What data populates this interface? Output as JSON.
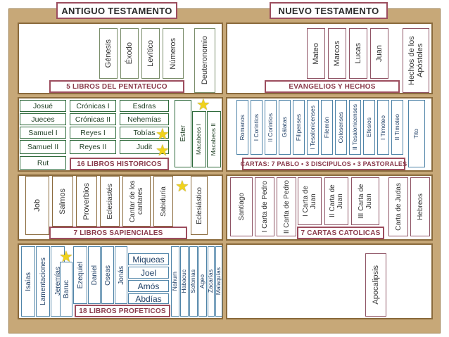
{
  "headers": {
    "old": "ANTIGUO TESTAMENTO",
    "new": "NUEVO TESTAMENTO"
  },
  "pentateuco": {
    "label": "5 LIBROS DEL PENTATEUCO",
    "books": [
      "Génesis",
      "Éxodo",
      "Levítico",
      "Números",
      "Deuteronomio"
    ]
  },
  "historicos": {
    "label": "16 LIBROS HISTORICOS",
    "books": [
      "Josué",
      "Jueces",
      "Samuel I",
      "Samuel II",
      "Rut",
      "Crónicas I",
      "Crónicas II",
      "Reyes I",
      "Reyes II",
      "Esdras",
      "Nehemías",
      "Tobías",
      "Judit",
      "Ester",
      "Macabeos I",
      "Macabeos II"
    ]
  },
  "sapienciales": {
    "label": "7 LIBROS SAPIENCIALES",
    "books": [
      "Job",
      "Salmos",
      "Proverbios",
      "Eclesiastés",
      "Cantar de los cantares",
      "Sabiduría",
      "Eclesiástico"
    ]
  },
  "profeticos": {
    "label": "18 LIBROS PROFETICOS",
    "books": [
      "Isaías",
      "Lamentaciones",
      "Jeremías",
      "Baruc",
      "Ezequiel",
      "Daniel",
      "Oseas",
      "Jonás",
      "Miqueas",
      "Joel",
      "Amós",
      "Abdías",
      "Nahum",
      "Habacuc",
      "Sofonías",
      "Ageo",
      "Zacarías",
      "Malaquías"
    ]
  },
  "evangelios": {
    "label": "EVANGELIOS Y HECHOS",
    "books": [
      "Mateo",
      "Marcos",
      "Lucas",
      "Juan",
      "Hechos de los Apóstoles"
    ]
  },
  "cartas": {
    "label": "CARTAS: 7 PABLO • 3 DISCIPULOS • 3 PASTORALES",
    "books": [
      "Romanos",
      "I Corintios",
      "II Corintios",
      "Gálatas",
      "Filipenses",
      "I Tesalonicenses",
      "Filemón",
      "Colosenses",
      "II Tesalonicenses",
      "Efesios",
      "I Timoteo",
      "II Timoteo",
      "Tito"
    ]
  },
  "catolicas": {
    "label": "7 CARTAS CATOLICAS",
    "books": [
      "Santiago",
      "I Carta de Pedro",
      "II Carta de Pedro",
      "I Carta de Juan",
      "II Carta de Juan",
      "III Carta de Juan",
      "Carta de Judas",
      "Hebreos"
    ]
  },
  "apocalipsis": {
    "books": [
      "Apocalipsis"
    ]
  },
  "star_color": "#f0d21c",
  "frame_color": "#c7a878",
  "label_border_color": "#9c4d5e"
}
